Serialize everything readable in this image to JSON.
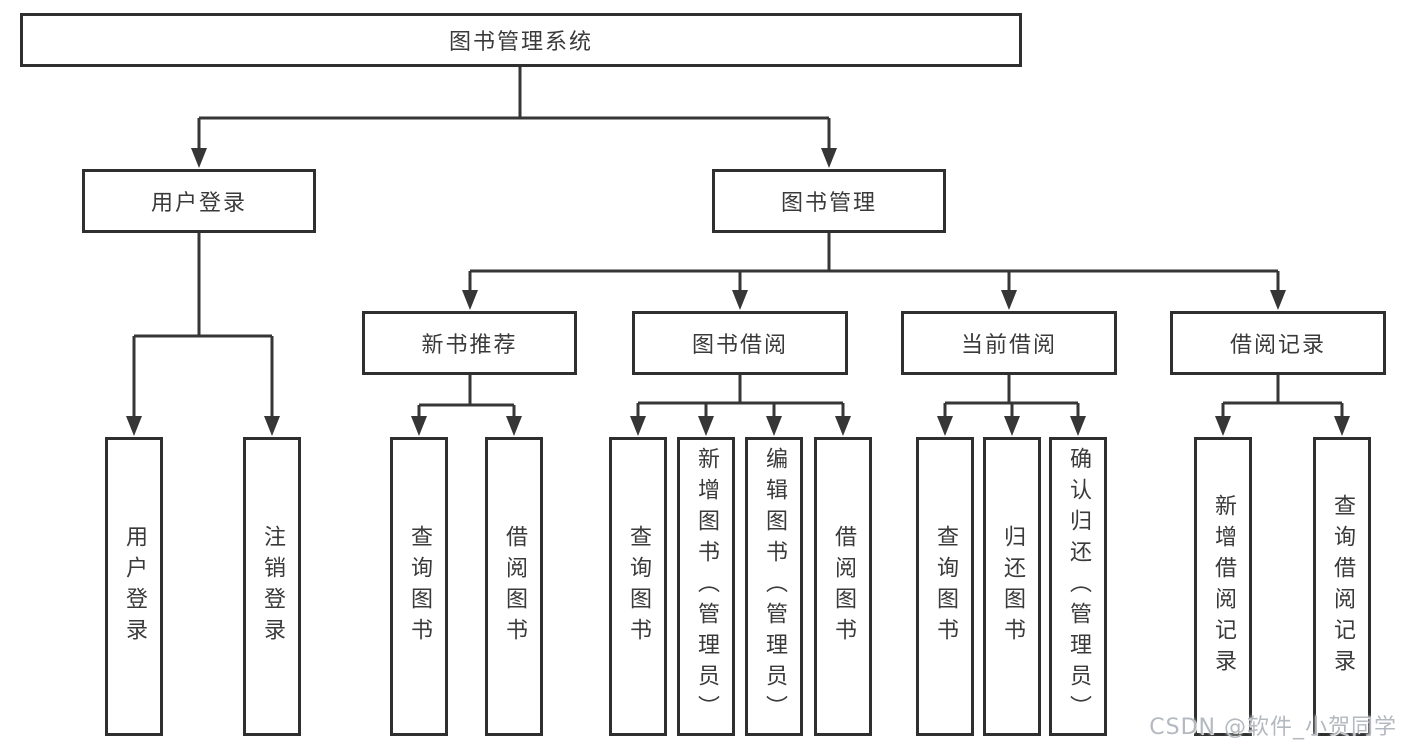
{
  "diagram": {
    "type": "hierarchy-tree",
    "title": "图书管理系统",
    "watermark": "CSDN @软件_小贺同学",
    "colors": {
      "line": "#363636",
      "box_border": "#2f2f2f",
      "text": "#3a3a3a",
      "watermark": "#b4b9c0",
      "background": "#ffffff"
    }
  },
  "tree": {
    "label": "图书管理系统",
    "children": [
      {
        "label": "用户登录",
        "children": [
          {
            "label": "用户登录"
          },
          {
            "label": "注销登录"
          }
        ]
      },
      {
        "label": "图书管理",
        "children": [
          {
            "label": "新书推荐",
            "children": [
              {
                "label": "查询图书"
              },
              {
                "label": "借阅图书"
              }
            ]
          },
          {
            "label": "图书借阅",
            "children": [
              {
                "label": "查询图书"
              },
              {
                "label": "新增图书（管理员）"
              },
              {
                "label": "编辑图书（管理员）"
              },
              {
                "label": "借阅图书"
              }
            ]
          },
          {
            "label": "当前借阅",
            "children": [
              {
                "label": "查询图书"
              },
              {
                "label": "归还图书"
              },
              {
                "label": "确认归还（管理员）"
              }
            ]
          },
          {
            "label": "借阅记录",
            "children": [
              {
                "label": "新增借阅记录"
              },
              {
                "label": "查询借阅记录"
              }
            ]
          }
        ]
      }
    ]
  }
}
